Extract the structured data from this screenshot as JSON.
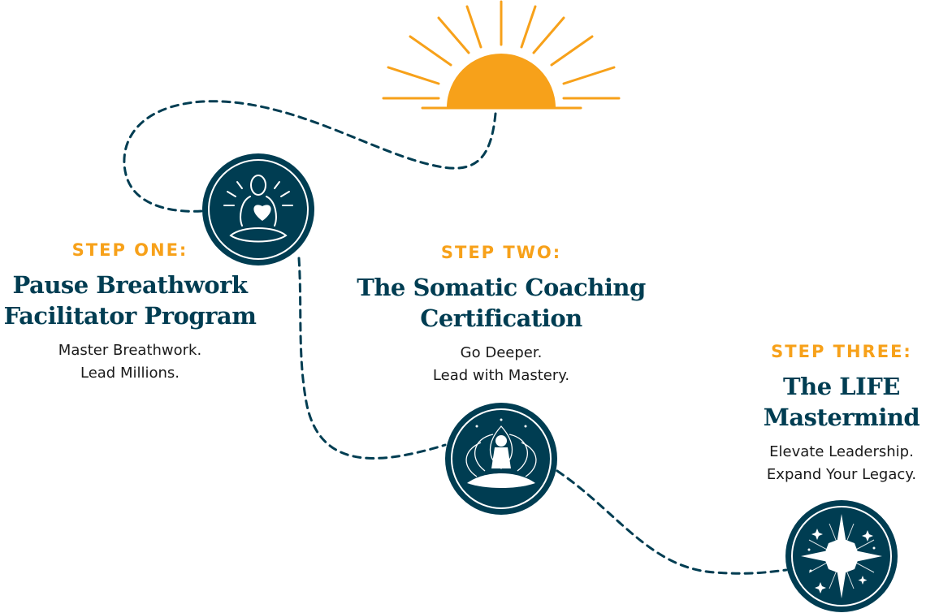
{
  "colors": {
    "navy": "#003d52",
    "orange": "#f7a11a",
    "text": "#1a1a1a"
  },
  "steps": [
    {
      "label": "STEP ONE:",
      "title": [
        "Pause Breathwork",
        "Facilitator Program"
      ],
      "subtitle": [
        "Master Breathwork.",
        "Lead Millions."
      ],
      "icon": "meditating-heart-icon"
    },
    {
      "label": "STEP TWO:",
      "title": [
        "The Somatic Coaching",
        "Certification"
      ],
      "subtitle": [
        "Go Deeper.",
        "Lead with Mastery."
      ],
      "icon": "lotus-meditation-icon"
    },
    {
      "label": "STEP THREE:",
      "title": [
        "The LIFE",
        "Mastermind"
      ],
      "subtitle": [
        "Elevate Leadership.",
        "Expand Your Legacy."
      ],
      "icon": "north-star-icon"
    }
  ],
  "decor": {
    "sun": "rising-sun-icon"
  }
}
